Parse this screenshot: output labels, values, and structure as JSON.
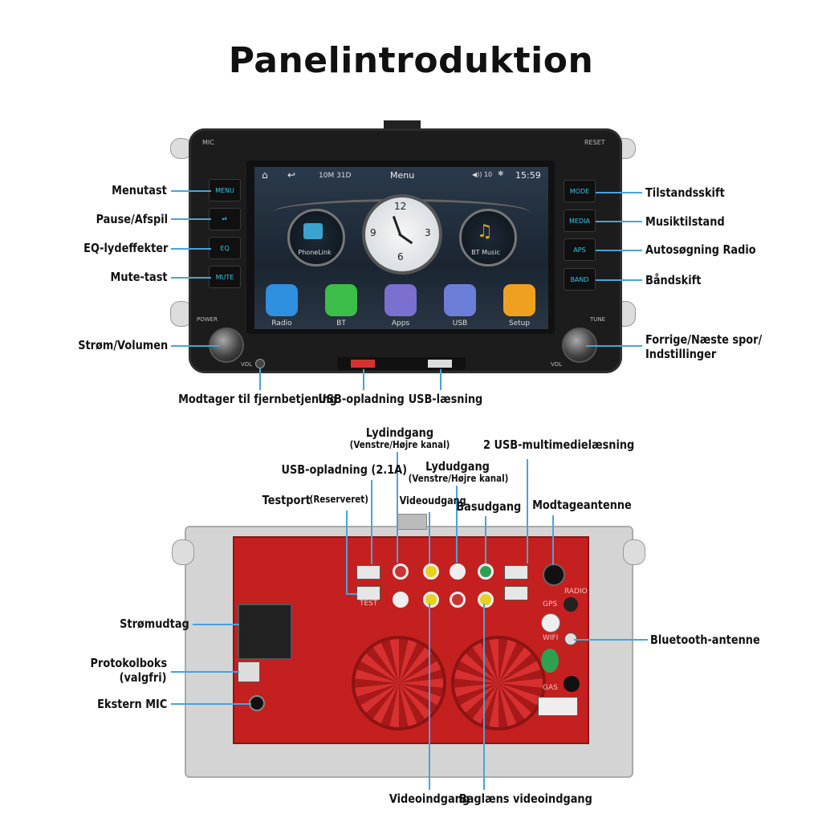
{
  "title": "Panelintroduktion",
  "front": {
    "left_labels": [
      "Menutast",
      "Pause/Afspil",
      "EQ-lydeffekter",
      "Mute-tast",
      "Strøm/Volumen"
    ],
    "right_labels": [
      "Tilstandsskift",
      "Musiktilstand",
      "Autosøgning Radio",
      "Båndskift"
    ],
    "right_knob_label_line1": "Forrige/Næste spor/",
    "right_knob_label_line2": "Indstillinger",
    "bottom_labels": [
      "Modtager til fjernbetjening",
      "USB-opladning",
      "USB-læsning"
    ],
    "left_buttons": [
      "MENU",
      "⏯",
      "EQ",
      "MUTE"
    ],
    "right_buttons": [
      "MODE",
      "MEDIA",
      "APS",
      "BAND"
    ],
    "panel_text": {
      "mic": "MIC",
      "reset": "RESET",
      "power": "POWER",
      "tune": "TUNE",
      "vol": "VOL"
    },
    "screen": {
      "date": "10M 31D",
      "menu": "Menu",
      "time": "15:59",
      "volume": "◀)) 10",
      "clock_numbers": [
        "12",
        "3",
        "6",
        "9"
      ],
      "widgets": [
        "PhoneLink",
        "BT Music"
      ],
      "apps": [
        {
          "label": "Radio",
          "color": "#2f8fe0"
        },
        {
          "label": "BT",
          "color": "#3dbd4a"
        },
        {
          "label": "Apps",
          "color": "#7b6fd0"
        },
        {
          "label": "USB",
          "color": "#6c7fd8"
        },
        {
          "label": "Setup",
          "color": "#f0a020"
        }
      ]
    }
  },
  "back": {
    "top_labels": {
      "lydindgang": "Lydindgang",
      "lydindgang_sub": "(Venstre/Højre kanal)",
      "usb_multi": "2 USB-multimedielæsning",
      "lydudgang": "Lydudgang",
      "lydudgang_sub": "(Venstre/Højre kanal)",
      "usb_charge": "USB-opladning (2.1A)",
      "testport": "Testport",
      "testport_sub": "(Reserveret)",
      "videoudgang": "Videoudgang",
      "basudgang": "Basudgang",
      "antenna": "Modtageantenne"
    },
    "left_labels": [
      "Strømudtag",
      "Protokolboks",
      "(valgfri)",
      "Ekstern MIC"
    ],
    "right_labels": [
      "Bluetooth-antenne"
    ],
    "bottom_labels": [
      "Videoindgang",
      "Baglæns videoindgang"
    ],
    "port_text": [
      "RADIO",
      "GPS",
      "WIFI",
      "GAS",
      "TEST"
    ]
  },
  "colors": {
    "accent": "#4aa3d8",
    "red": "#c42020"
  }
}
